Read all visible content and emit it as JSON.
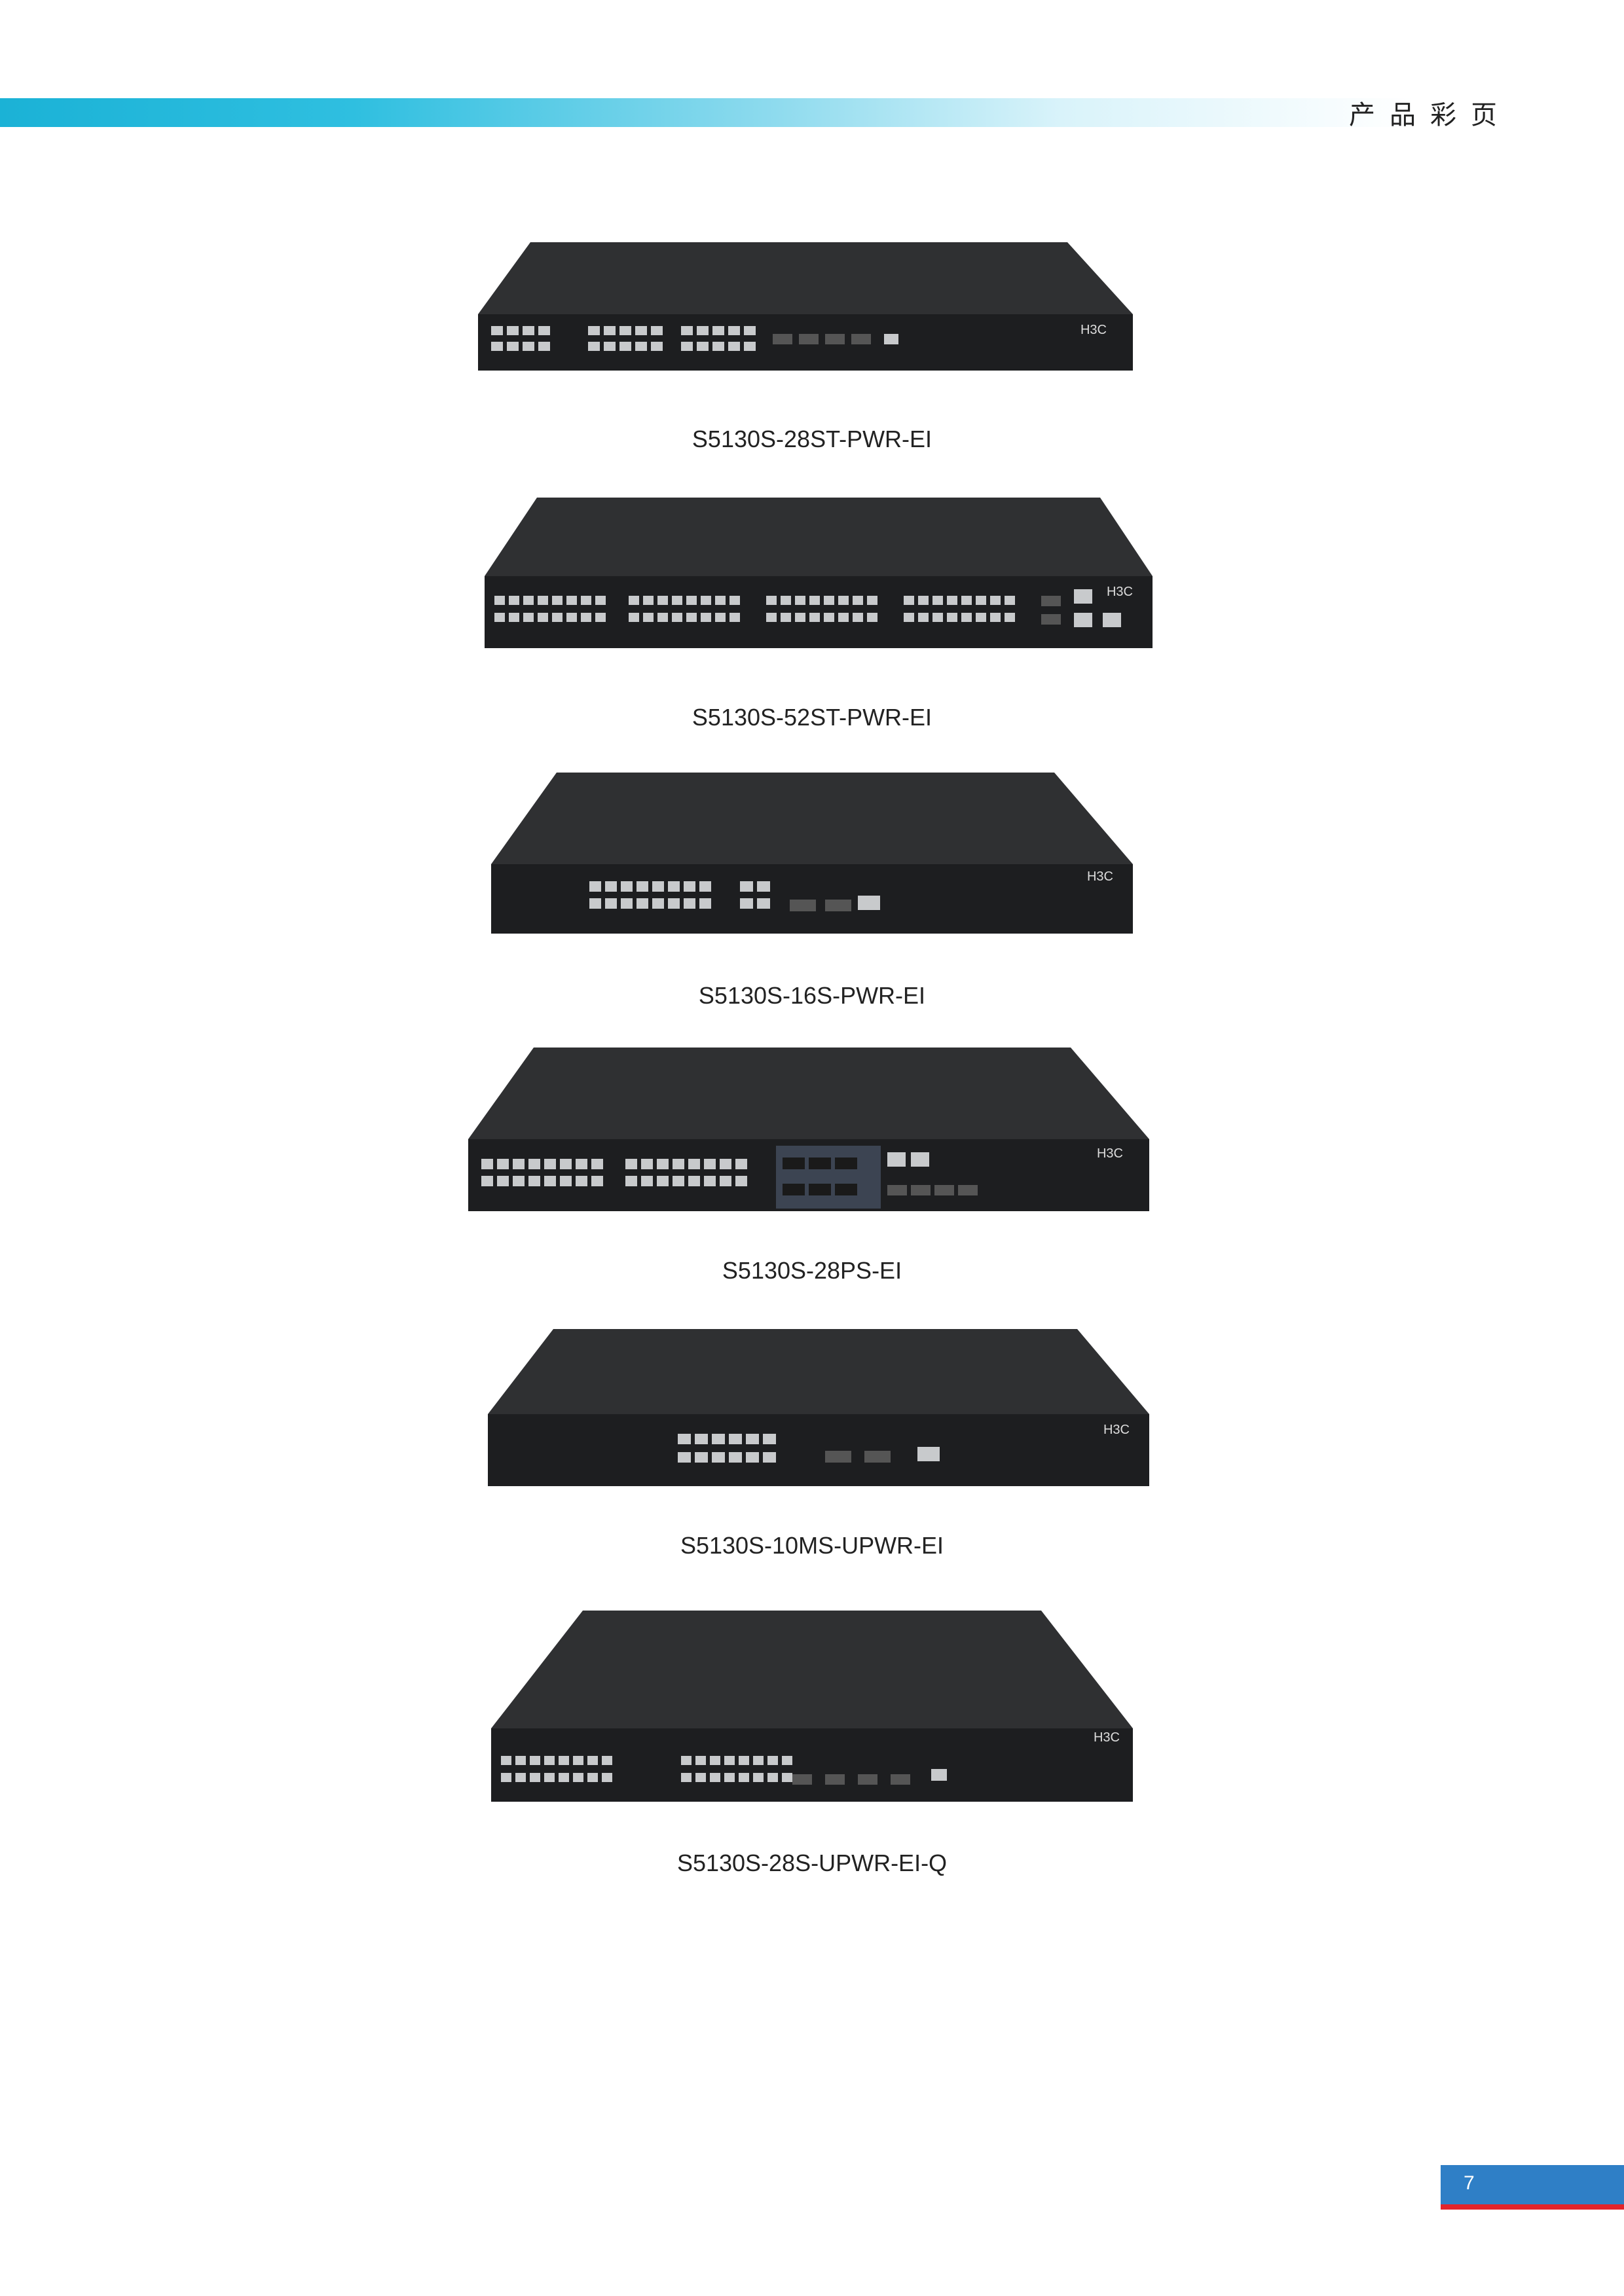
{
  "header": {
    "title": "产品彩页"
  },
  "products": [
    {
      "name": "S5130S-28ST-PWR-EI"
    },
    {
      "name": "S5130S-52ST-PWR-EI"
    },
    {
      "name": "S5130S-16S-PWR-EI"
    },
    {
      "name": "S5130S-28PS-EI"
    },
    {
      "name": "S5130S-10MS-UPWR-EI"
    },
    {
      "name": "S5130S-28S-UPWR-EI-Q"
    }
  ],
  "brand_logo_text": "H3C",
  "page_number": "7",
  "colors": {
    "header_gradient_start": "#1bb2d6",
    "page_box": "#2f7fc6",
    "page_bar": "#e2242b",
    "device_body": "#2b2c2e",
    "device_front": "#1c1d1f",
    "port": "#c8cacc"
  }
}
